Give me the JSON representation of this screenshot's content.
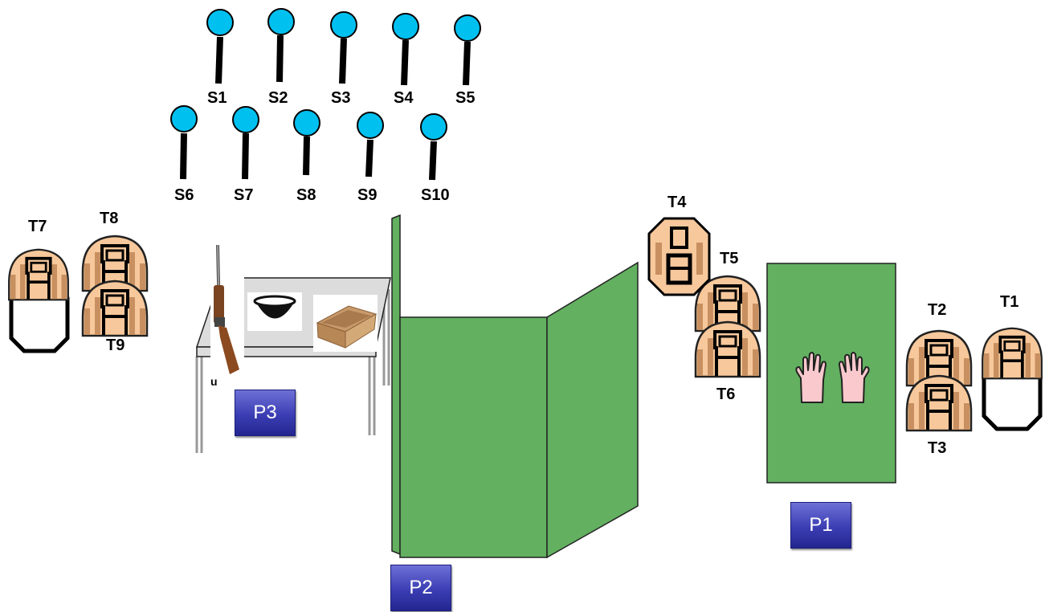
{
  "sensors": [
    "S1",
    "S2",
    "S3",
    "S4",
    "S5",
    "S6",
    "S7",
    "S8",
    "S9",
    "S10"
  ],
  "targets": [
    "T1",
    "T2",
    "T3",
    "T4",
    "T5",
    "T6",
    "T7",
    "T8",
    "T9"
  ],
  "positions": [
    "P1",
    "P2",
    "P3"
  ],
  "small_mark": "u",
  "colors": {
    "sensor_head": "#00c0f0",
    "partition_green": "#62b060",
    "target_fill": "#f7c89b",
    "target_stripe": "#c89060",
    "position_box": "#3b3eb3",
    "table_top": "#dcdcdc",
    "hand_fill": "#f9c9cd"
  },
  "icons": [
    "shotgun-icon",
    "bowl-icon",
    "cardboard-box-icon",
    "hands-icon",
    "target-silhouette-icon",
    "octagon-head-target-icon"
  ]
}
